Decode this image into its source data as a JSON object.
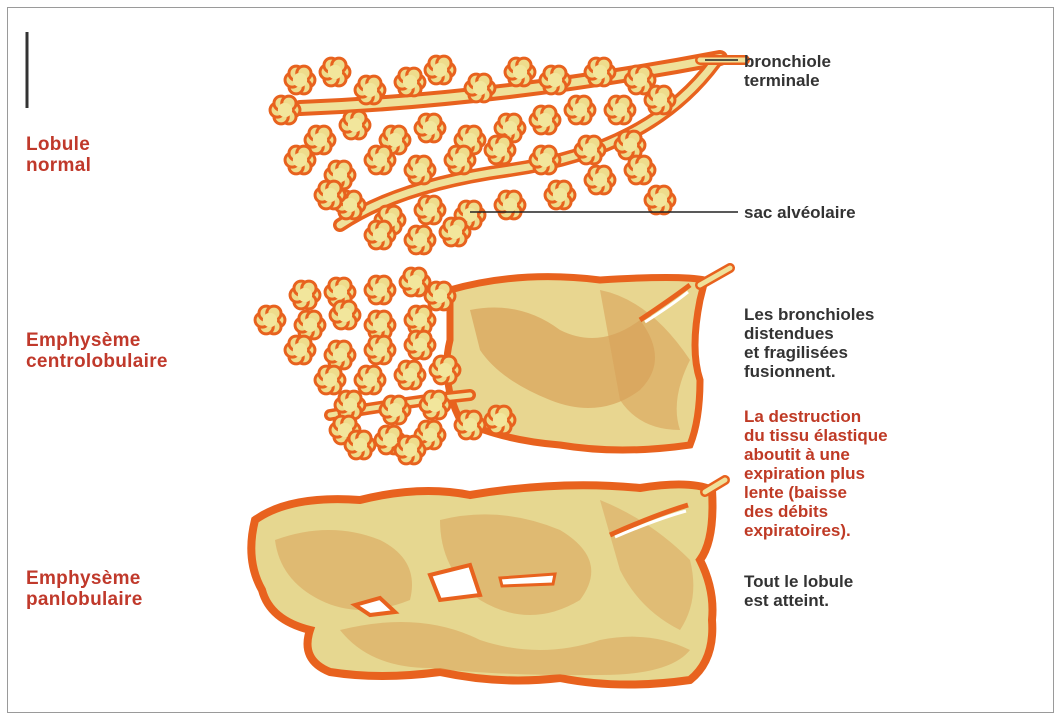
{
  "stages": [
    {
      "label_lines": [
        "Lobule",
        "normal"
      ]
    },
    {
      "label_lines": [
        "Emphysème",
        "centrolobulaire"
      ]
    },
    {
      "label_lines": [
        "Emphysème",
        "panlobulaire"
      ]
    }
  ],
  "callouts": {
    "bronchiole": [
      "bronchiole",
      "terminale"
    ],
    "sac": "sac alvéolaire"
  },
  "notes": {
    "centro": [
      "Les bronchioles",
      "distendues",
      "et fragilisées",
      "fusionnent."
    ],
    "destruction": [
      "La destruction",
      "du tissu élastique",
      "aboutit à une",
      "expiration plus",
      "lente (baisse",
      "des débits",
      "expiratoires)."
    ],
    "pan": [
      "Tout le lobule",
      "est atteint."
    ]
  },
  "colors": {
    "outline": "#e8621e",
    "fill_light": "#e9e38c",
    "fill_dark": "#d9a25a",
    "label_red": "#c0392b",
    "text": "#333333"
  }
}
